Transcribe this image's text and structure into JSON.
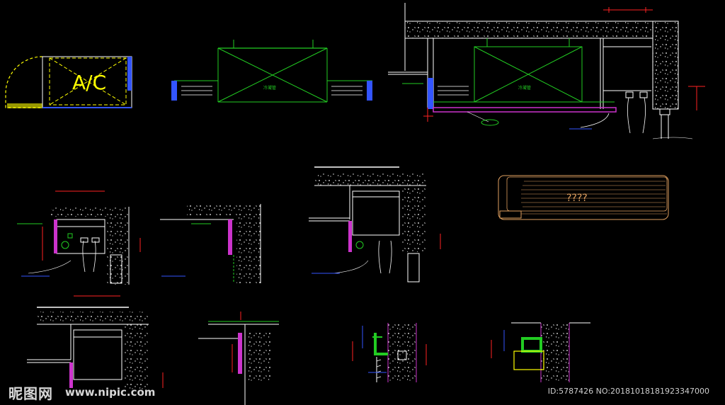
{
  "drawing": {
    "ac_label": "A/C",
    "ac_unit_label": "????",
    "vent_label_1": "冷凝管",
    "vent_label_2": "冷凝管"
  },
  "watermark": {
    "site_cn": "昵图网",
    "site_url": "www.nipic.com",
    "image_id": "ID:5787426 NO:20181018181923347000"
  },
  "colors": {
    "background": "#000000",
    "green": "#22cc22",
    "magenta": "#cc33cc",
    "red": "#ff2222",
    "yellow": "#ffff00",
    "blue": "#3355ff",
    "white": "#ffffff",
    "orange": "#e0a060"
  }
}
